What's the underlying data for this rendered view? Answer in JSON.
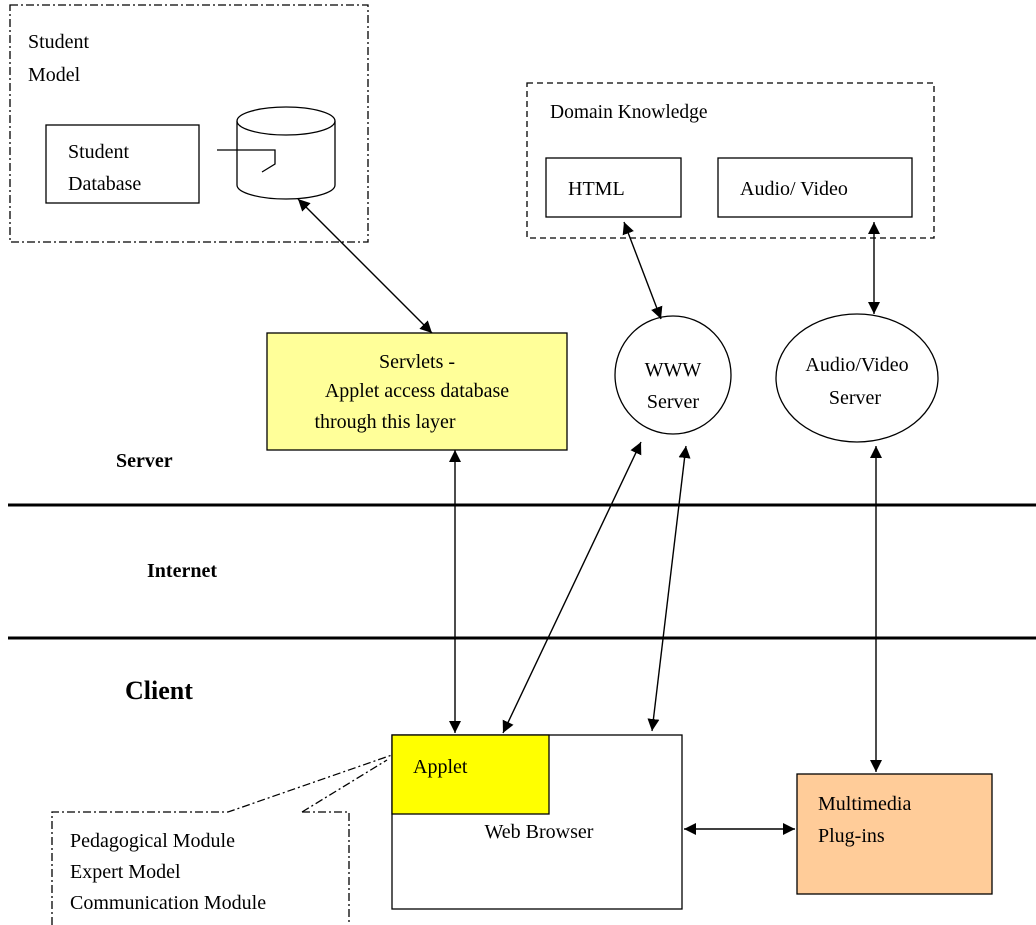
{
  "labels": {
    "student_model_line1": "Student",
    "student_model_line2": "Model",
    "student_db_line1": "Student",
    "student_db_line2": "Database",
    "domain_knowledge": "Domain Knowledge",
    "html": "HTML",
    "audio_video": "Audio/ Video",
    "servlets_line1": "Servlets -",
    "servlets_line2": "Applet access database",
    "servlets_line3": "through this layer",
    "www_line1": "WWW",
    "www_line2": "Server",
    "av_server_line1": "Audio/Video",
    "av_server_line2": "Server",
    "layer_server": "Server",
    "layer_internet": "Internet",
    "layer_client": "Client",
    "applet": "Applet",
    "web_browser": "Web Browser",
    "multimedia_line1": "Multimedia",
    "multimedia_line2": "Plug-ins",
    "modules_line1": "Pedagogical Module",
    "modules_line2": "Expert Model",
    "modules_line3": "Communication Module"
  },
  "colors": {
    "servlets_fill": "#ffff99",
    "applet_fill": "#ffff00",
    "multimedia_fill": "#ffcc99",
    "line": "#000000"
  }
}
